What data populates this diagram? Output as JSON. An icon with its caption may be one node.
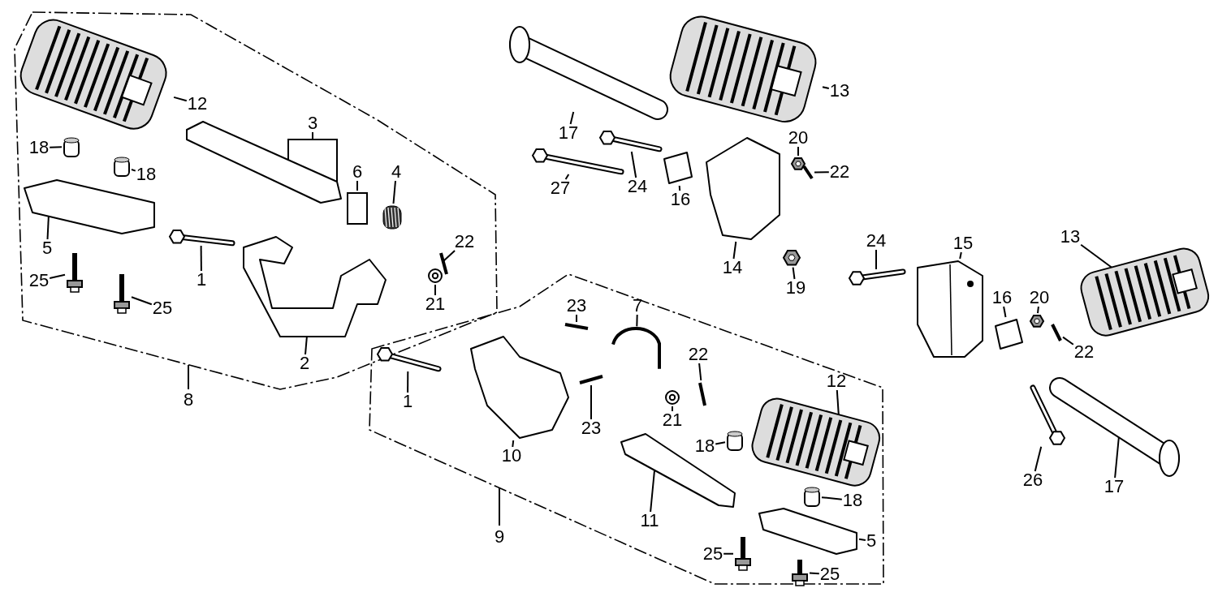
{
  "diagram": {
    "nodes": [
      {
        "text": [
          "8"
        ]
      },
      {
        "text": [
          "12"
        ],
        "in": 0
      },
      {
        "text": [
          "3"
        ],
        "in": 0
      },
      {
        "text": [
          "18"
        ],
        "in": 0
      },
      {
        "text": [
          "4"
        ],
        "in": 0
      },
      {
        "text": [
          "6"
        ],
        "in": 0
      },
      {
        "text": [
          "18"
        ],
        "in": 0
      },
      {
        "text": [
          "5"
        ],
        "in": 0
      },
      {
        "text": [
          "22"
        ],
        "in": 0
      },
      {
        "text": [
          "1"
        ],
        "in": 0
      },
      {
        "text": [
          "25"
        ],
        "in": 0
      },
      {
        "text": [
          "21"
        ],
        "in": 0
      },
      {
        "text": [
          "25"
        ],
        "in": 0
      },
      {
        "text": [
          "2"
        ],
        "in": 0
      },
      {
        "text": [
          "13"
        ]
      },
      {
        "text": [
          "17"
        ]
      },
      {
        "text": [
          "20"
        ]
      },
      {
        "text": [
          "22"
        ]
      },
      {
        "text": [
          "27"
        ]
      },
      {
        "text": [
          "24"
        ]
      },
      {
        "text": [
          "16"
        ]
      },
      {
        "text": [
          "14"
        ]
      },
      {
        "text": [
          "24"
        ]
      },
      {
        "text": [
          "15"
        ]
      },
      {
        "text": [
          "13"
        ]
      },
      {
        "text": [
          "19"
        ]
      },
      {
        "text": [
          "16"
        ]
      },
      {
        "text": [
          "20"
        ]
      },
      {
        "text": [
          "22"
        ]
      },
      {
        "text": [
          "9"
        ]
      },
      {
        "text": [
          "23"
        ],
        "in": 29
      },
      {
        "text": [
          "7"
        ],
        "in": 29
      },
      {
        "text": [
          "22"
        ],
        "in": 29
      },
      {
        "text": [
          "12"
        ],
        "in": 29
      },
      {
        "text": [
          "1"
        ],
        "in": 29
      },
      {
        "text": [
          "23"
        ],
        "in": 29
      },
      {
        "text": [
          "21"
        ],
        "in": 29
      },
      {
        "text": [
          "18"
        ],
        "in": 29
      },
      {
        "text": [
          "10"
        ],
        "in": 29
      },
      {
        "text": [
          "18"
        ],
        "in": 29
      },
      {
        "text": [
          "11"
        ],
        "in": 29
      },
      {
        "text": [
          "5"
        ],
        "in": 29
      },
      {
        "text": [
          "25"
        ],
        "in": 29
      },
      {
        "text": [
          "25"
        ],
        "in": 29
      },
      {
        "text": [
          "26"
        ]
      },
      {
        "text": [
          "17"
        ]
      },
      {
        "text": [],
        "shape": "picture",
        "in": 0
      },
      {
        "text": [],
        "shape": "cylinder",
        "in": 0
      },
      {
        "text": [],
        "shape": "picture",
        "in": 0
      },
      {
        "text": [],
        "shape": "cylinder",
        "in": 0
      },
      {
        "text": [],
        "shape": "box",
        "in": 0
      },
      {
        "text": [],
        "shape": "picture",
        "in": 0
      },
      {
        "text": [],
        "shape": "picture",
        "in": 0
      },
      {
        "text": [],
        "shape": "picture",
        "in": 0
      },
      {
        "text": [],
        "shape": "picture",
        "in": 0
      },
      {
        "text": [],
        "shape": "picture",
        "in": 0
      },
      {
        "text": [],
        "shape": "picture",
        "in": 0
      },
      {
        "text": [],
        "shape": "picture",
        "in": 0
      },
      {
        "text": [],
        "shape": "picture",
        "in": 0
      },
      {
        "text": [],
        "shape": "picture"
      },
      {
        "text": [],
        "shape": "picture"
      },
      {
        "text": [],
        "shape": "picture"
      },
      {
        "text": [],
        "shape": "picture"
      },
      {
        "text": [],
        "shape": "picture"
      },
      {
        "text": [],
        "shape": "picture"
      },
      {
        "text": [],
        "shape": "picture"
      },
      {
        "text": [],
        "shape": "picture"
      },
      {
        "text": [],
        "shape": "picture"
      },
      {
        "text": [],
        "shape": "picture"
      },
      {
        "text": [],
        "shape": "picture"
      },
      {
        "text": [],
        "shape": "picture"
      },
      {
        "text": [],
        "shape": "picture"
      },
      {
        "text": [],
        "shape": "picture"
      },
      {
        "text": [],
        "shape": "picture"
      },
      {
        "text": [],
        "shape": "picture"
      },
      {
        "text": [],
        "shape": "picture"
      },
      {
        "text": [],
        "shape": "picture",
        "in": 29
      },
      {
        "text": [],
        "shape": "picture",
        "in": 29
      },
      {
        "text": [],
        "shape": "picture",
        "in": 29
      },
      {
        "text": [],
        "shape": "picture",
        "in": 29
      },
      {
        "text": [],
        "shape": "picture",
        "in": 29
      },
      {
        "text": [],
        "shape": "picture",
        "in": 29
      },
      {
        "text": [],
        "shape": "picture",
        "in": 29
      },
      {
        "text": [],
        "shape": "picture",
        "in": 29
      },
      {
        "text": [],
        "shape": "picture",
        "in": 29
      },
      {
        "text": [],
        "shape": "cylinder",
        "in": 29
      },
      {
        "text": [],
        "shape": "cylinder",
        "in": 29
      },
      {
        "text": [],
        "shape": "picture",
        "in": 29
      },
      {
        "text": [],
        "shape": "picture",
        "in": 29
      },
      {
        "text": [],
        "shape": "picture",
        "in": 29
      }
    ],
    "edges": [
      {
        "from": 1,
        "to": 46,
        "arrow": "none"
      },
      {
        "from": 2,
        "to": 48,
        "arrow": "none"
      },
      {
        "from": 2,
        "to": 48,
        "arrow": "none"
      },
      {
        "from": 3,
        "to": 47,
        "arrow": "none"
      },
      {
        "from": 4,
        "to": 51,
        "arrow": "none"
      },
      {
        "from": 5,
        "to": 50,
        "arrow": "none"
      },
      {
        "from": 6,
        "to": 49,
        "arrow": "none"
      },
      {
        "from": 7,
        "to": 52,
        "arrow": "none"
      },
      {
        "from": 8,
        "to": 54,
        "arrow": "none"
      },
      {
        "from": 9,
        "to": 53,
        "arrow": "none"
      },
      {
        "from": 10,
        "to": 56,
        "arrow": "none"
      },
      {
        "from": 11,
        "to": 55,
        "arrow": "none"
      },
      {
        "from": 12,
        "to": 57,
        "arrow": "none"
      },
      {
        "from": 13,
        "to": 58,
        "arrow": "none"
      },
      {
        "from": 14,
        "to": 60,
        "arrow": "none"
      },
      {
        "from": 15,
        "to": 59,
        "arrow": "none"
      },
      {
        "from": 16,
        "to": 64,
        "arrow": "none"
      },
      {
        "from": 17,
        "to": 65,
        "arrow": "none"
      },
      {
        "from": 18,
        "to": 61,
        "arrow": "none"
      },
      {
        "from": 19,
        "to": 62,
        "arrow": "none"
      },
      {
        "from": 20,
        "to": 63,
        "arrow": "none"
      },
      {
        "from": 21,
        "to": 66,
        "arrow": "none"
      },
      {
        "from": 22,
        "to": 68,
        "arrow": "none"
      },
      {
        "from": 23,
        "to": 69,
        "arrow": "none"
      },
      {
        "from": 24,
        "to": 72,
        "arrow": "none"
      },
      {
        "from": 25,
        "to": 67,
        "arrow": "none"
      },
      {
        "from": 26,
        "to": 70,
        "arrow": "none"
      },
      {
        "from": 27,
        "to": 71,
        "arrow": "none"
      },
      {
        "from": 28,
        "to": 73,
        "arrow": "none"
      },
      {
        "from": 30,
        "to": 76,
        "arrow": "none"
      },
      {
        "from": 31,
        "to": 77,
        "arrow": "none"
      },
      {
        "from": 32,
        "to": 81,
        "arrow": "none"
      },
      {
        "from": 33,
        "to": 84,
        "arrow": "none"
      },
      {
        "from": 34,
        "to": 78,
        "arrow": "none"
      },
      {
        "from": 35,
        "to": 80,
        "arrow": "none"
      },
      {
        "from": 36,
        "to": 82,
        "arrow": "none"
      },
      {
        "from": 37,
        "to": 85,
        "arrow": "none"
      },
      {
        "from": 38,
        "to": 79,
        "arrow": "none"
      },
      {
        "from": 39,
        "to": 86,
        "arrow": "none"
      },
      {
        "from": 40,
        "to": 83,
        "arrow": "none"
      },
      {
        "from": 41,
        "to": 87,
        "arrow": "none"
      },
      {
        "from": 42,
        "to": 88,
        "arrow": "none"
      },
      {
        "from": 43,
        "to": 89,
        "arrow": "none"
      },
      {
        "from": 44,
        "to": 75,
        "arrow": "none"
      },
      {
        "from": 45,
        "to": 74,
        "arrow": "none"
      }
    ]
  }
}
